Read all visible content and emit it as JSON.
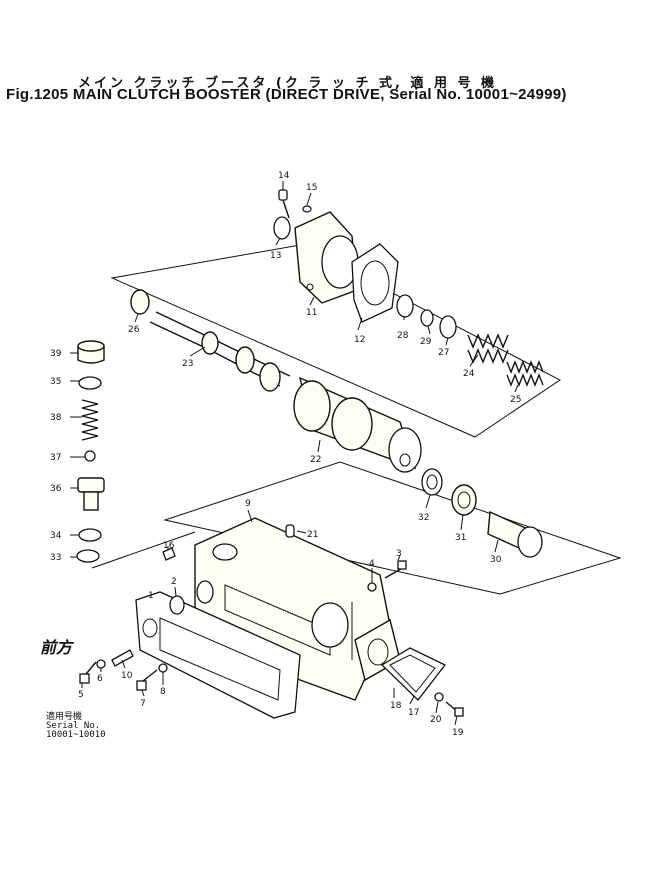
{
  "title_jp": "メイン クラッチ ブースタ (ク ラ ッ チ 式, 適 用 号 機",
  "title_en": "Fig.1205 MAIN CLUTCH BOOSTER (DIRECT DRIVE, Serial No. 10001~24999)",
  "direction_mark": "前方",
  "serial_note": {
    "line1": "適用号機",
    "line2": "Serial No.",
    "line3": "10001~10010"
  },
  "part_numbers": [
    "1",
    "2",
    "3",
    "4",
    "5",
    "6",
    "7",
    "8",
    "9",
    "10",
    "11",
    "12",
    "13",
    "14",
    "15",
    "16",
    "17",
    "18",
    "19",
    "20",
    "21",
    "22",
    "23",
    "24",
    "25",
    "26",
    "27",
    "28",
    "29",
    "30",
    "31",
    "32",
    "33",
    "34",
    "35",
    "36",
    "37",
    "38",
    "39"
  ]
}
